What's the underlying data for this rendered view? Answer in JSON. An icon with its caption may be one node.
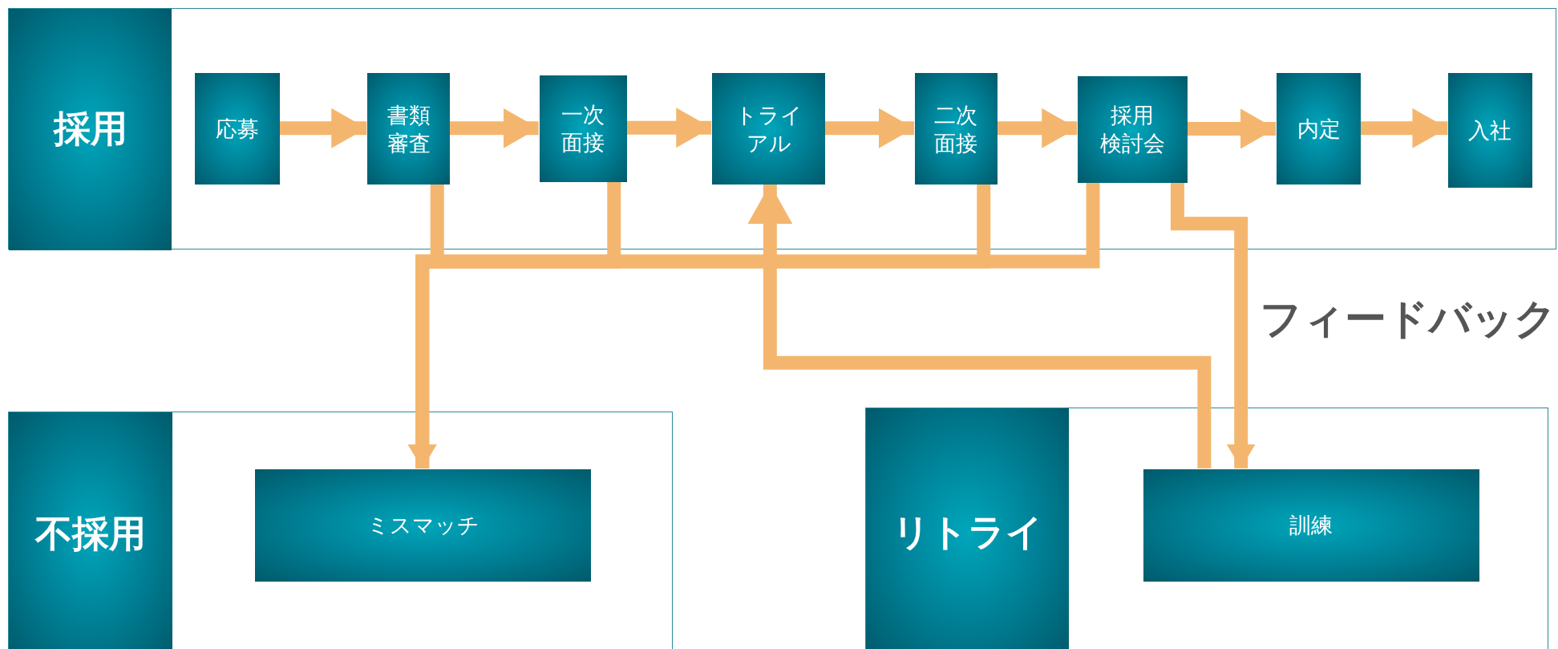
{
  "diagram": {
    "nodes": [
      {
        "text": [
          "採用"
        ]
      },
      {
        "text": [
          "応募"
        ],
        "in": 0
      },
      {
        "text": [
          "書類審査"
        ],
        "in": 0
      },
      {
        "text": [
          "一次面接"
        ],
        "in": 0
      },
      {
        "text": [
          "トライアル"
        ],
        "in": 0
      },
      {
        "text": [
          "二次面接"
        ],
        "in": 0
      },
      {
        "text": [
          "採用検討会"
        ],
        "in": 0
      },
      {
        "text": [
          "内定"
        ],
        "in": 0
      },
      {
        "text": [
          "入社"
        ],
        "in": 0
      },
      {
        "text": [
          "不採用"
        ]
      },
      {
        "text": [
          "ミスマッチ"
        ],
        "in": 9
      },
      {
        "text": [
          "リトライ"
        ]
      },
      {
        "text": [
          "訓練"
        ],
        "in": 11
      }
    ],
    "edges": [
      {
        "from": 1,
        "to": 2,
        "arrow": "to"
      },
      {
        "from": 2,
        "to": 3,
        "arrow": "to"
      },
      {
        "from": 3,
        "to": 4,
        "arrow": "to"
      },
      {
        "from": 4,
        "to": 5,
        "arrow": "to"
      },
      {
        "from": 5,
        "to": 6,
        "arrow": "to"
      },
      {
        "from": 6,
        "to": 7,
        "arrow": "to"
      },
      {
        "from": 7,
        "to": 8,
        "arrow": "to"
      },
      {
        "from": 2,
        "to": 10,
        "arrow": "to"
      },
      {
        "from": 3,
        "to": 10,
        "arrow": "to"
      },
      {
        "from": 5,
        "to": 10,
        "arrow": "to"
      },
      {
        "from": 6,
        "to": 10,
        "arrow": "to"
      },
      {
        "from": 6,
        "to": 12,
        "arrow": "to",
        "label": "フィードバック"
      },
      {
        "from": 12,
        "to": 4,
        "arrow": "to"
      }
    ]
  }
}
